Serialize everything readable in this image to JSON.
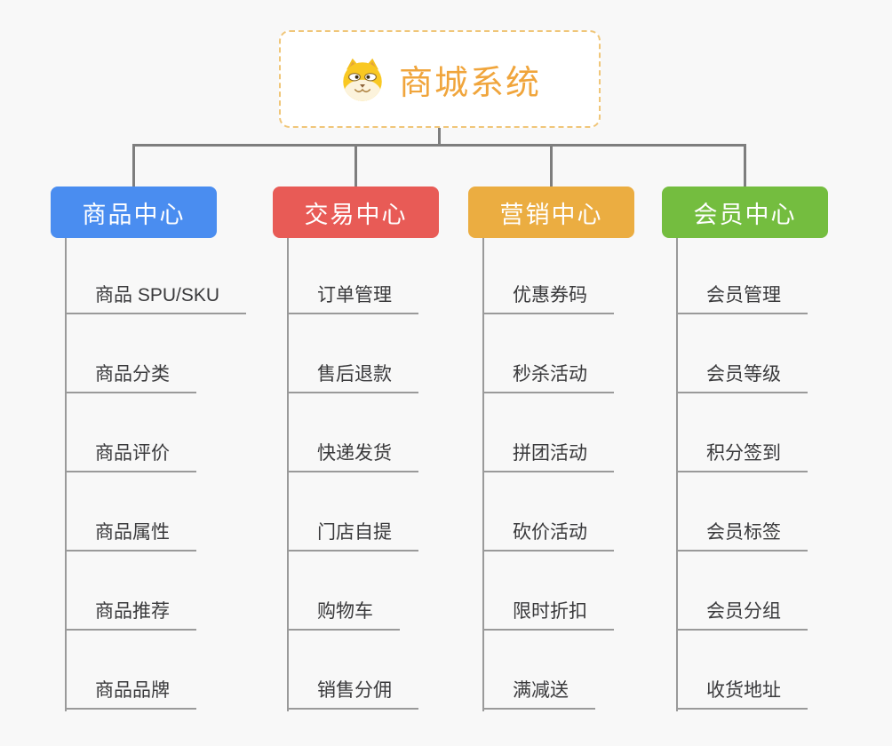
{
  "root": {
    "title": "商城系统",
    "title_color": "#f0a53c",
    "border_color": "#f0c679",
    "icon": "dog-face-icon"
  },
  "branches": [
    {
      "label": "商品中心",
      "color": "#4a8df0",
      "items": [
        "商品 SPU/SKU",
        "商品分类",
        "商品评价",
        "商品属性",
        "商品推荐",
        "商品品牌"
      ]
    },
    {
      "label": "交易中心",
      "color": "#e85b56",
      "items": [
        "订单管理",
        "售后退款",
        "快递发货",
        "门店自提",
        "购物车",
        "销售分佣"
      ]
    },
    {
      "label": "营销中心",
      "color": "#ebad41",
      "items": [
        "优惠券码",
        "秒杀活动",
        "拼团活动",
        "砍价活动",
        "限时折扣",
        "满减送"
      ]
    },
    {
      "label": "会员中心",
      "color": "#74bd3f",
      "items": [
        "会员管理",
        "会员等级",
        "积分签到",
        "会员标签",
        "会员分组",
        "收货地址"
      ]
    }
  ],
  "colors": {
    "background": "#f8f8f8",
    "connector": "#7e7e7e",
    "leaf_line": "#9a9a9a",
    "leaf_text": "#3a3a3c"
  }
}
